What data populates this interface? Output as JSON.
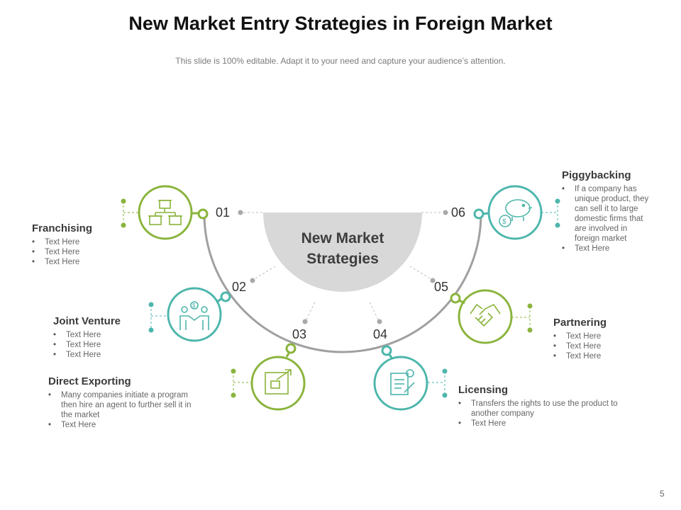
{
  "slide": {
    "title": "New Market Entry Strategies in Foreign Market",
    "subtitle": "This slide is 100% editable. Adapt it to your need and capture your audience’s attention.",
    "page_number": "5"
  },
  "center": {
    "line1": "New Market",
    "line2": "Strategies"
  },
  "colors": {
    "green": "#8ab43c",
    "teal": "#4db6ac",
    "arc": "#a0a0a0",
    "center_fill": "#d8d8d8"
  },
  "strategies": [
    {
      "number": "01",
      "title": "Franchising",
      "icon": "storefront-icon",
      "color": "green",
      "bullets": [
        "Text Here",
        "Text Here",
        "Text Here"
      ]
    },
    {
      "number": "02",
      "title": "Joint Venture",
      "icon": "handshake-people-icon",
      "color": "teal",
      "bullets": [
        "Text Here",
        "Text Here",
        "Text Here"
      ]
    },
    {
      "number": "03",
      "title": "Direct Exporting",
      "icon": "export-box-icon",
      "color": "green",
      "bullets": [
        "Many companies initiate a program then hire an agent to further sell it in the market",
        "Text Here"
      ]
    },
    {
      "number": "04",
      "title": "Licensing",
      "icon": "license-document-icon",
      "color": "teal",
      "bullets": [
        "Transfers the rights to use the product to another company",
        "Text Here"
      ]
    },
    {
      "number": "05",
      "title": "Partnering",
      "icon": "handshake-icon",
      "color": "green",
      "bullets": [
        "Text Here",
        "Text Here",
        "Text Here"
      ]
    },
    {
      "number": "06",
      "title": "Piggybacking",
      "icon": "piggy-bank-icon",
      "color": "teal",
      "bullets": [
        "If a company has unique product, they can sell it to large domestic firms that are involved in foreign market",
        "Text Here"
      ]
    }
  ]
}
